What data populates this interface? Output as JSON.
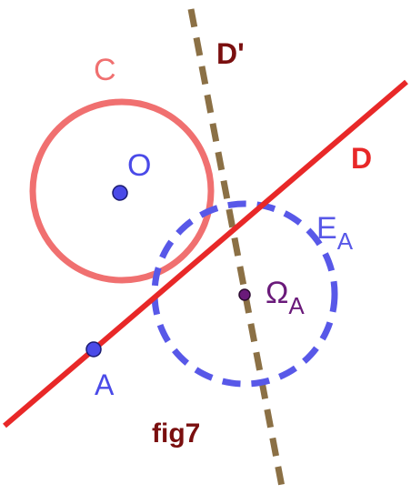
{
  "figure": {
    "caption": "fig7",
    "circle_c": {
      "label": "C",
      "color": "#f07070"
    },
    "center_o": {
      "label": "O",
      "color": "#4a4ae8"
    },
    "line_d": {
      "label": "D",
      "color": "#e82828"
    },
    "line_d_prime": {
      "label": "D'",
      "color": "#8b7045"
    },
    "point_a": {
      "label": "A",
      "color": "#4a4ae8"
    },
    "circle_ea": {
      "label": "E",
      "subscript": "A",
      "color": "#5858e8"
    },
    "center_omega_a": {
      "label": "Ω",
      "subscript": "A",
      "color": "#6a1a7a"
    },
    "text_dark_red": "#7a0f0f"
  }
}
